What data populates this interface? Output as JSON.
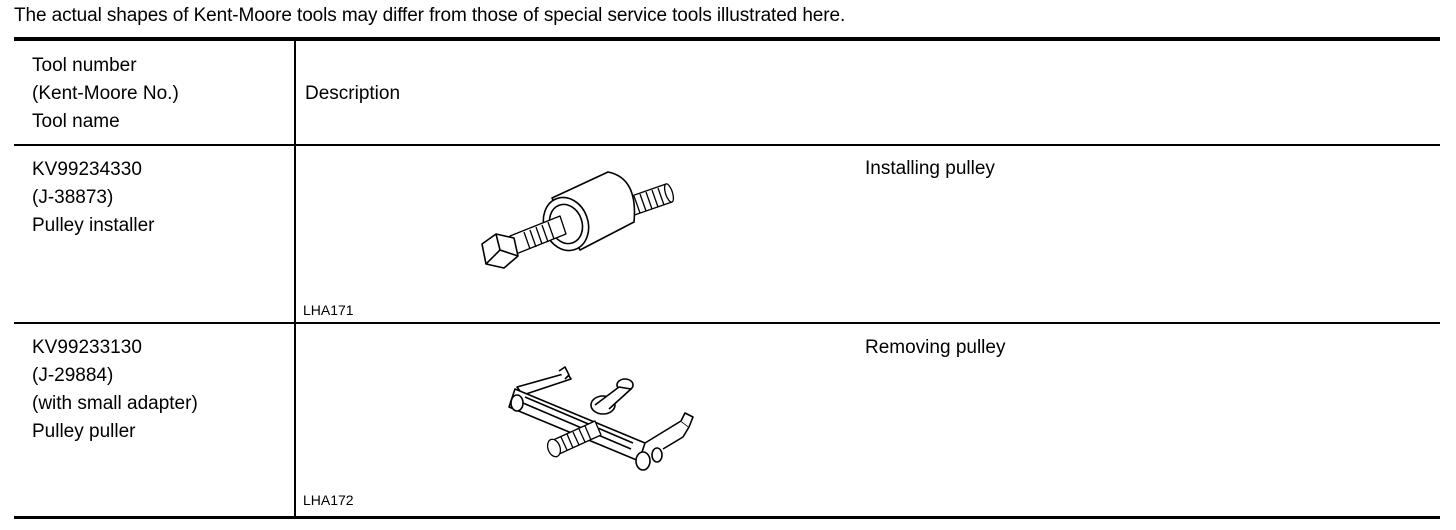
{
  "note": "The actual shapes of Kent-Moore tools may differ from those of special service tools illustrated here.",
  "header": {
    "col1_lines": [
      "Tool number",
      "(Kent-Moore No.)",
      "Tool name"
    ],
    "col2": "Description"
  },
  "rows": [
    {
      "lines": [
        "KV99234330",
        "(J-38873)",
        "Pulley installer"
      ],
      "description": "Installing pulley",
      "figure_code": "LHA171",
      "figure_icon": "pulley-installer-drawing"
    },
    {
      "lines": [
        "KV99233130",
        "(J-29884)",
        "(with small adapter)",
        "Pulley puller"
      ],
      "description": "Removing pulley",
      "figure_code": "LHA172",
      "figure_icon": "pulley-puller-drawing"
    }
  ]
}
